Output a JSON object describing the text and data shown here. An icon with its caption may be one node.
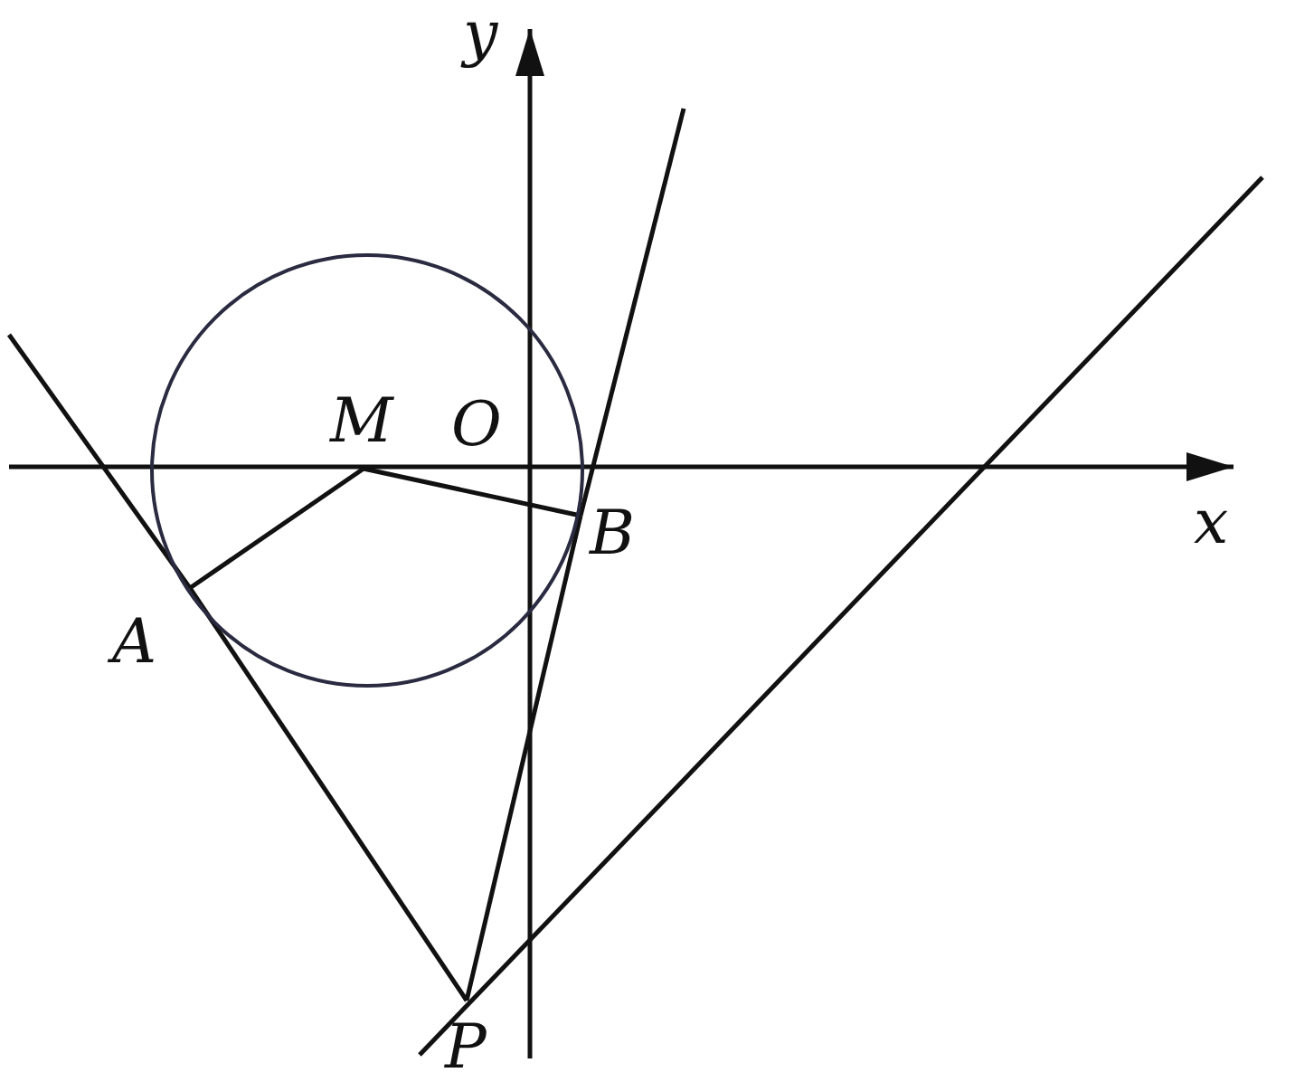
{
  "diagram": {
    "nodes": [
      {
        "text": [],
        "shape": "circle"
      },
      {
        "text": [
          "M"
        ],
        "in": 0
      },
      {
        "text": [
          "O"
        ],
        "in": 0
      },
      {
        "text": [
          "A"
        ]
      },
      {
        "text": [
          "B"
        ]
      },
      {
        "text": [
          "P"
        ]
      }
    ],
    "edges": [
      {
        "from": 1,
        "to": 3,
        "arrow": "none"
      },
      {
        "from": 1,
        "to": 4,
        "arrow": "none"
      },
      {
        "from": 5,
        "to": 3,
        "arrow": "none"
      },
      {
        "from": 5,
        "to": 4,
        "arrow": "none"
      }
    ],
    "labels": [
      "y",
      "x"
    ]
  }
}
